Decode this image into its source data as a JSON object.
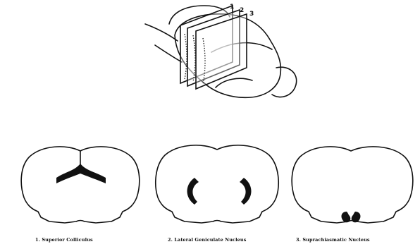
{
  "brain": {
    "plane_numbers": [
      "1",
      "2",
      "3"
    ]
  },
  "sections": [
    {
      "caption": "1. Superior Colliculus"
    },
    {
      "caption": "2. Lateral Geniculate Nucleus"
    },
    {
      "caption": "3. Suprachiasmatic Nucleus"
    }
  ]
}
